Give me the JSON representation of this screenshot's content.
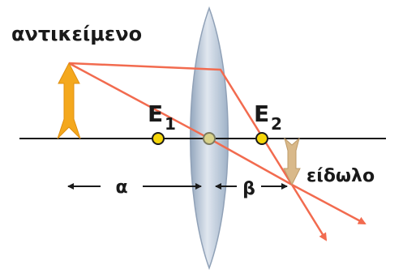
{
  "labels": {
    "object": "αντικείμενο",
    "image": "είδωλο",
    "focus1_letter": "E",
    "focus1_sub": "1",
    "focus2_letter": "E",
    "focus2_sub": "2",
    "distance_a": "α",
    "distance_b": "β"
  },
  "colors": {
    "ray": "#f26b4f",
    "object_arrow": "#f4a81d",
    "image_arrow": "#d9b98a",
    "lens_fill": "#b7c6d8",
    "lens_edge": "#8b9db4",
    "focal_point": "#f5d60a",
    "axis": "#1a1a1a",
    "center_point": "#d8d28a"
  }
}
